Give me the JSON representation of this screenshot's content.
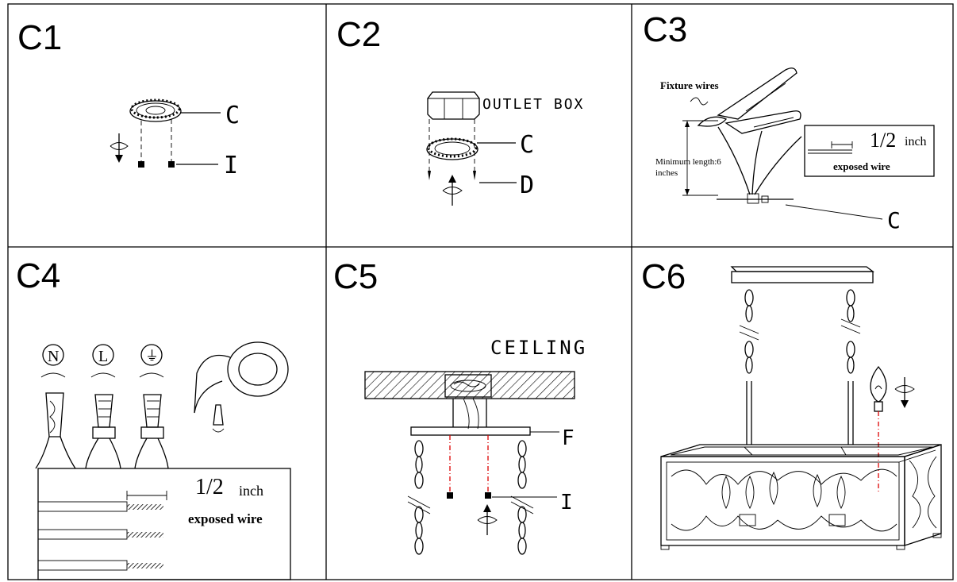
{
  "panels": [
    {
      "id": "C1",
      "title": "C1",
      "labels": {
        "part_c": "C",
        "part_i": "I"
      }
    },
    {
      "id": "C2",
      "title": "C2",
      "labels": {
        "outlet_box": "OUTLET BOX",
        "part_c": "C",
        "part_d": "D"
      }
    },
    {
      "id": "C3",
      "title": "C3",
      "labels": {
        "fixture_wires": "Fixture wires",
        "min_length_1": "Minimum length:6",
        "min_length_2": "inches",
        "half_inch_num": "1/2",
        "half_inch_unit": "inch",
        "exposed_wire": "exposed wire",
        "part_c": "C"
      }
    },
    {
      "id": "C4",
      "title": "C4",
      "labels": {
        "neutral": "N",
        "live": "L",
        "ground": "⏚",
        "half_inch_num": "1/2",
        "half_inch_unit": "inch",
        "exposed_wire": "exposed wire"
      }
    },
    {
      "id": "C5",
      "title": "C5",
      "labels": {
        "ceiling": "CEILING",
        "part_f": "F",
        "part_i": "I"
      }
    },
    {
      "id": "C6",
      "title": "C6",
      "labels": {}
    }
  ]
}
